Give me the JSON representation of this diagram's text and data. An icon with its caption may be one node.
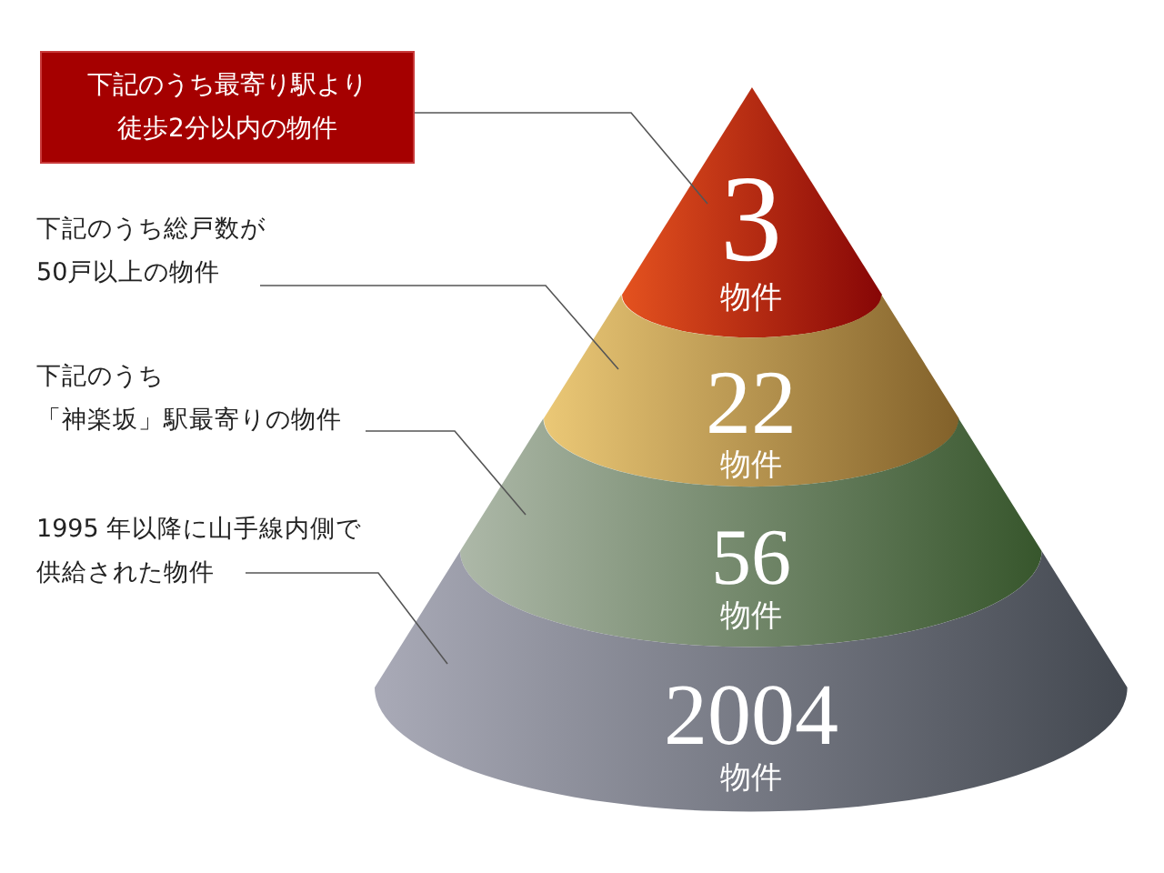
{
  "diagram": {
    "nodes": [
      {
        "text": [
          "下記のうち最寄り駅より徒歩2分以内の物件"
        ]
      },
      {
        "text": [
          "下記のうち総戸数が50戸以上の物件"
        ]
      },
      {
        "text": [
          "下記のうち「神楽坂」駅最寄りの物件"
        ]
      },
      {
        "text": [
          "1995 年以降に山手線内側で供給された物件"
        ]
      },
      {
        "text": [
          "3",
          "物件"
        ]
      },
      {
        "text": [
          "22",
          "物件"
        ]
      },
      {
        "text": [
          "56",
          "物件"
        ]
      },
      {
        "text": [
          "2004",
          "物件"
        ]
      }
    ],
    "edges": [
      {
        "from": 0,
        "to": 4,
        "arrow": "none"
      },
      {
        "from": 1,
        "to": 5,
        "arrow": "none"
      },
      {
        "from": 2,
        "to": 6,
        "arrow": "none"
      },
      {
        "from": 3,
        "to": 7,
        "arrow": "none"
      }
    ]
  }
}
